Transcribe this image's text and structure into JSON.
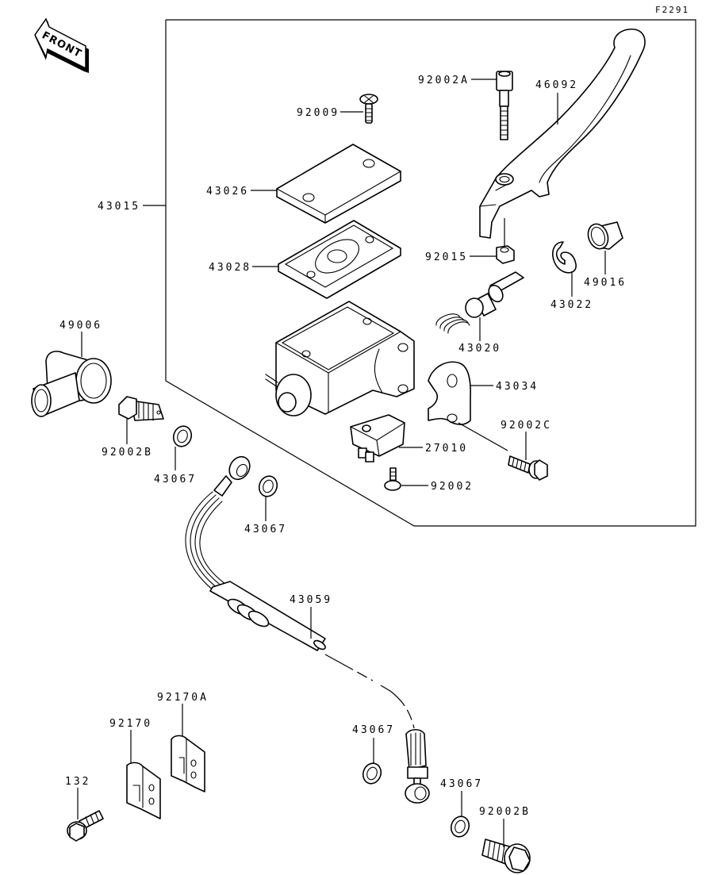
{
  "figure_id": "F2291",
  "front_arrow_label": "FRONT",
  "assembly": {
    "label": "43015"
  },
  "parts": {
    "p92002A": "92002A",
    "p46092": "46092",
    "p92009": "92009",
    "p43026": "43026",
    "p43028": "43028",
    "p92015": "92015",
    "p43022": "43022",
    "p49016": "49016",
    "p43020": "43020",
    "p43034": "43034",
    "p92002C": "92002C",
    "p27010": "27010",
    "p92002": "92002",
    "p49006": "49006",
    "p92002B_a": "92002B",
    "p43067_a": "43067",
    "p43067_b": "43067",
    "p43059": "43059",
    "p92170A": "92170A",
    "p92170": "92170",
    "p132": "132",
    "p43067_c": "43067",
    "p43067_d": "43067",
    "p92002B_b": "92002B"
  }
}
